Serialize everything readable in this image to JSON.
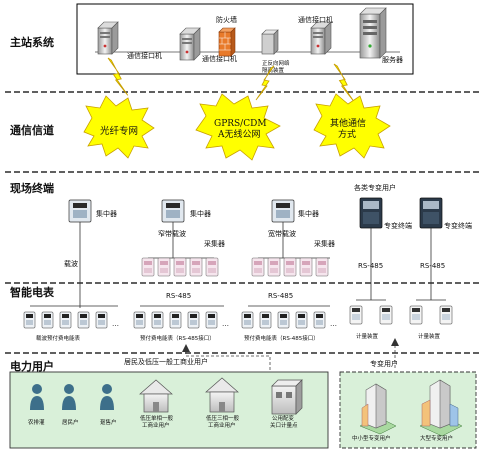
{
  "rows": {
    "master": "主站系统",
    "channel": "通信信道",
    "terminal": "现场终端",
    "meter": "智能电表",
    "user": "电力用户"
  },
  "master_station": {
    "comm_machine_1": "通信接口机",
    "comm_machine_2": "通信接口机",
    "firewall": "防火墙",
    "isolation": "正反向网络隔离装置",
    "comm_machine_3": "通信接口机",
    "server": "服务器"
  },
  "channels": {
    "fiber": "光纤专网",
    "gprs": "GPRS/CDMA无线公网",
    "other": "其他通信方式"
  },
  "terminals": {
    "concentrator_1": "集中器",
    "concentrator_2": "集中器",
    "concentrator_3": "集中器",
    "carrier": "载波",
    "narrowband": "窄带载波",
    "broadband": "宽带载波",
    "collector_1": "采集器",
    "collector_2": "采集器",
    "special_users": "各类专变用户",
    "special_terminal_1": "专变终端",
    "special_terminal_2": "专变终端",
    "rs485_1": "RS-485",
    "rs485_2": "RS-485",
    "rs485_3": "RS-485",
    "rs485_4": "RS-485"
  },
  "meters": {
    "carrier_prepay": "载波预付费电能表",
    "prepay_rs485_1": "预付费电能表（RS-485接口）",
    "prepay_rs485_2": "预付费电能表（RS-485接口）",
    "metering_1": "计量装置",
    "metering_2": "计量装置",
    "ellipsis": "…"
  },
  "users": {
    "residential_group": "居民及低压一般工商业用户",
    "special_group": "专变用户",
    "rural": "农排灌",
    "resident": "居民户",
    "retail": "趸售户",
    "lv_single": "低压单相一般工商业用户",
    "lv_three": "低压三相一般工商业用户",
    "public": "公用配变关口计量点",
    "small_special": "中小型专变用户",
    "large_special": "大型专变用户"
  },
  "colors": {
    "bolt_fill": "#ffff00",
    "bolt_stroke": "#c8a000",
    "user_panel": "#d9f0d9",
    "firewall": "#e87a2a",
    "device_dark": "#2b3a4a",
    "meter": "#dfe7ef"
  },
  "icons": [
    "computer-icon",
    "firewall-icon",
    "server-icon",
    "lightning-icon",
    "concentrator-icon",
    "collector-icon",
    "meter-icon",
    "person-icon",
    "house-icon",
    "building-icon"
  ]
}
